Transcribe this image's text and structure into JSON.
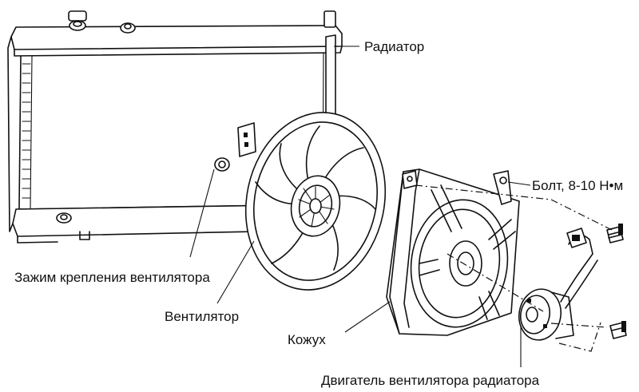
{
  "labels": {
    "radiator": "Радиатор",
    "bolt": "Болт, 8-10 Н•м",
    "fan_clip": "Зажим крепления вентилятора",
    "fan": "Вентилятор",
    "shroud": "Кожух",
    "motor": "Двигатель вентилятора радиатора"
  }
}
